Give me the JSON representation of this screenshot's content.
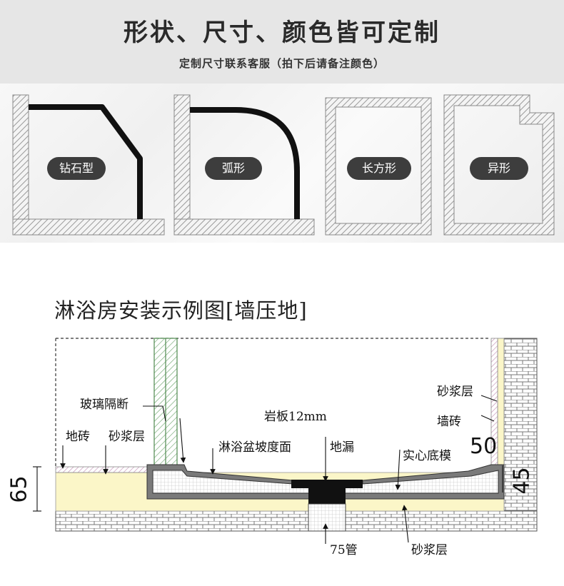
{
  "banner": {
    "title": "形状、尺寸、颜色皆可定制",
    "subtitle": "定制尺寸联系客服（拍下后请备注颜色）"
  },
  "shapes": [
    {
      "label": "钻石型",
      "icon": "diamond-shape-icon"
    },
    {
      "label": "弧形",
      "icon": "arc-shape-icon"
    },
    {
      "label": "长方形",
      "icon": "rectangle-shape-icon"
    },
    {
      "label": "异形",
      "icon": "irregular-shape-icon"
    }
  ],
  "diagram": {
    "title": "淋浴房安装示例图[墙压地]",
    "labels": {
      "glass_partition": "玻璃隔断",
      "floor_tile": "地砖",
      "mortar_left": "砂浆层",
      "slate": "岩板12mm",
      "tray_slope": "淋浴盆坡度面",
      "floor_drain": "地漏",
      "solid_base_mold": "实心底模",
      "mortar_right": "砂浆层",
      "wall_tile": "墙砖",
      "pipe": "75管",
      "mortar_bottom": "砂浆层"
    },
    "dimensions": {
      "left_height": "65",
      "right_width": "50",
      "right_height": "45"
    }
  },
  "colors": {
    "banner_bg": "#e6e6e6",
    "pill_bg": "#3d3d3d",
    "mortar_yellow": "#fbf6c8",
    "tray_gray": "#7a7a7a",
    "wall_hatch": "#999999",
    "glass_green": "#5f9a5f"
  }
}
